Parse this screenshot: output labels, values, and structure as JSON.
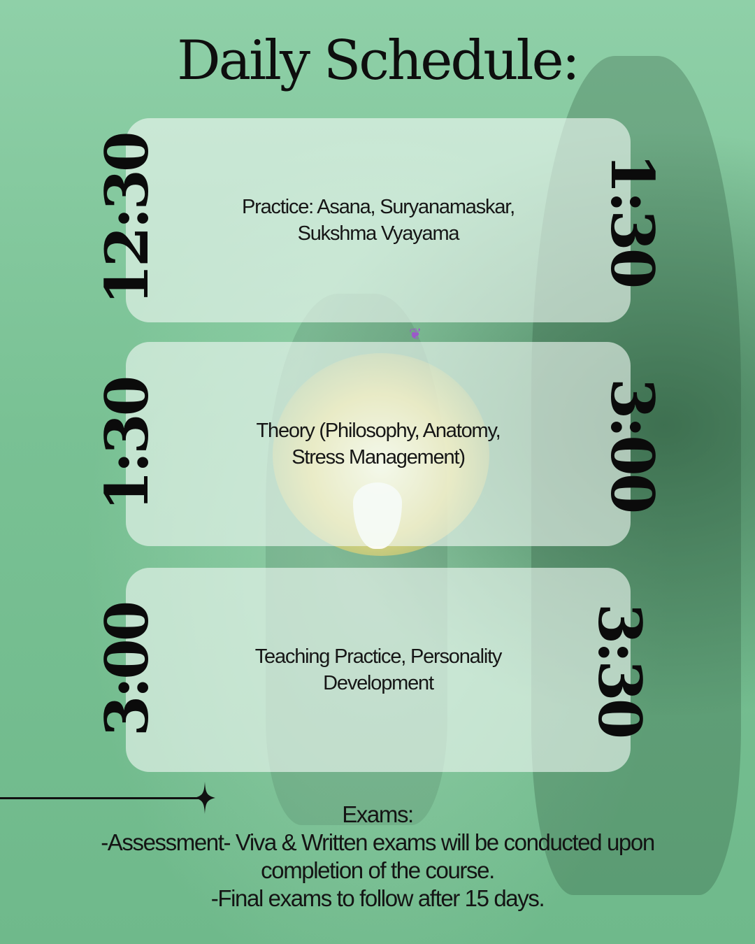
{
  "title": "Daily Schedule:",
  "schedule": [
    {
      "start": "12:30",
      "end": "1:30",
      "activity": "Practice: Asana, Suryanamaskar, Sukshma Vyayama"
    },
    {
      "start": "1:30",
      "end": "3:00",
      "activity": "Theory (Philosophy, Anatomy, Stress Management)"
    },
    {
      "start": "3:00",
      "end": "3:30",
      "activity": "Teaching Practice, Personality Development"
    }
  ],
  "exams": {
    "heading": "Exams:",
    "line1": "-Assessment- Viva & Written exams will be conducted upon",
    "line2": "completion of the course.",
    "line3": "-Final exams to follow after 15 days."
  },
  "colors": {
    "background": "#7fc89e",
    "card": "#f0f8f3",
    "text": "#0e0e0e"
  },
  "icons": [
    "lotus-meditation-logo-icon",
    "butterfly-icon",
    "four-point-star-icon"
  ]
}
